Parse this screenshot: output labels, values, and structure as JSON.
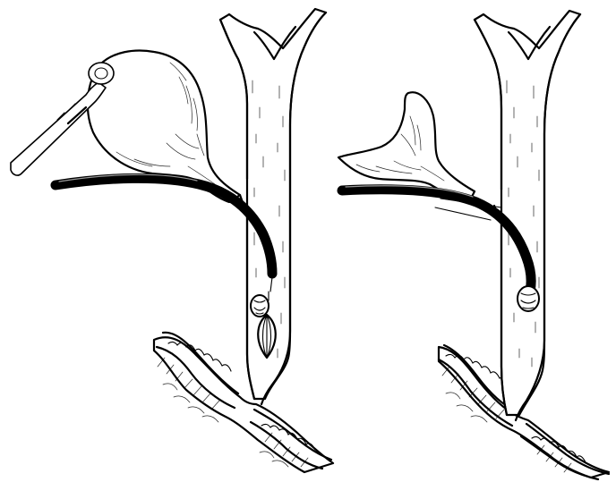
{
  "figure": {
    "panels": [
      {
        "side": "left",
        "depicts": [
          "distended-gallbladder",
          "cholecystostomy-tube",
          "balloon-catheter",
          "bile-duct-stone",
          "inflated-balloon-basket",
          "duodenal-wall"
        ]
      },
      {
        "side": "right",
        "depicts": [
          "collapsed-gallbladder",
          "balloon-catheter",
          "bile-duct-stone",
          "duodenal-wall"
        ]
      }
    ],
    "colors": {
      "ink": "#000000",
      "paper": "#ffffff"
    }
  }
}
